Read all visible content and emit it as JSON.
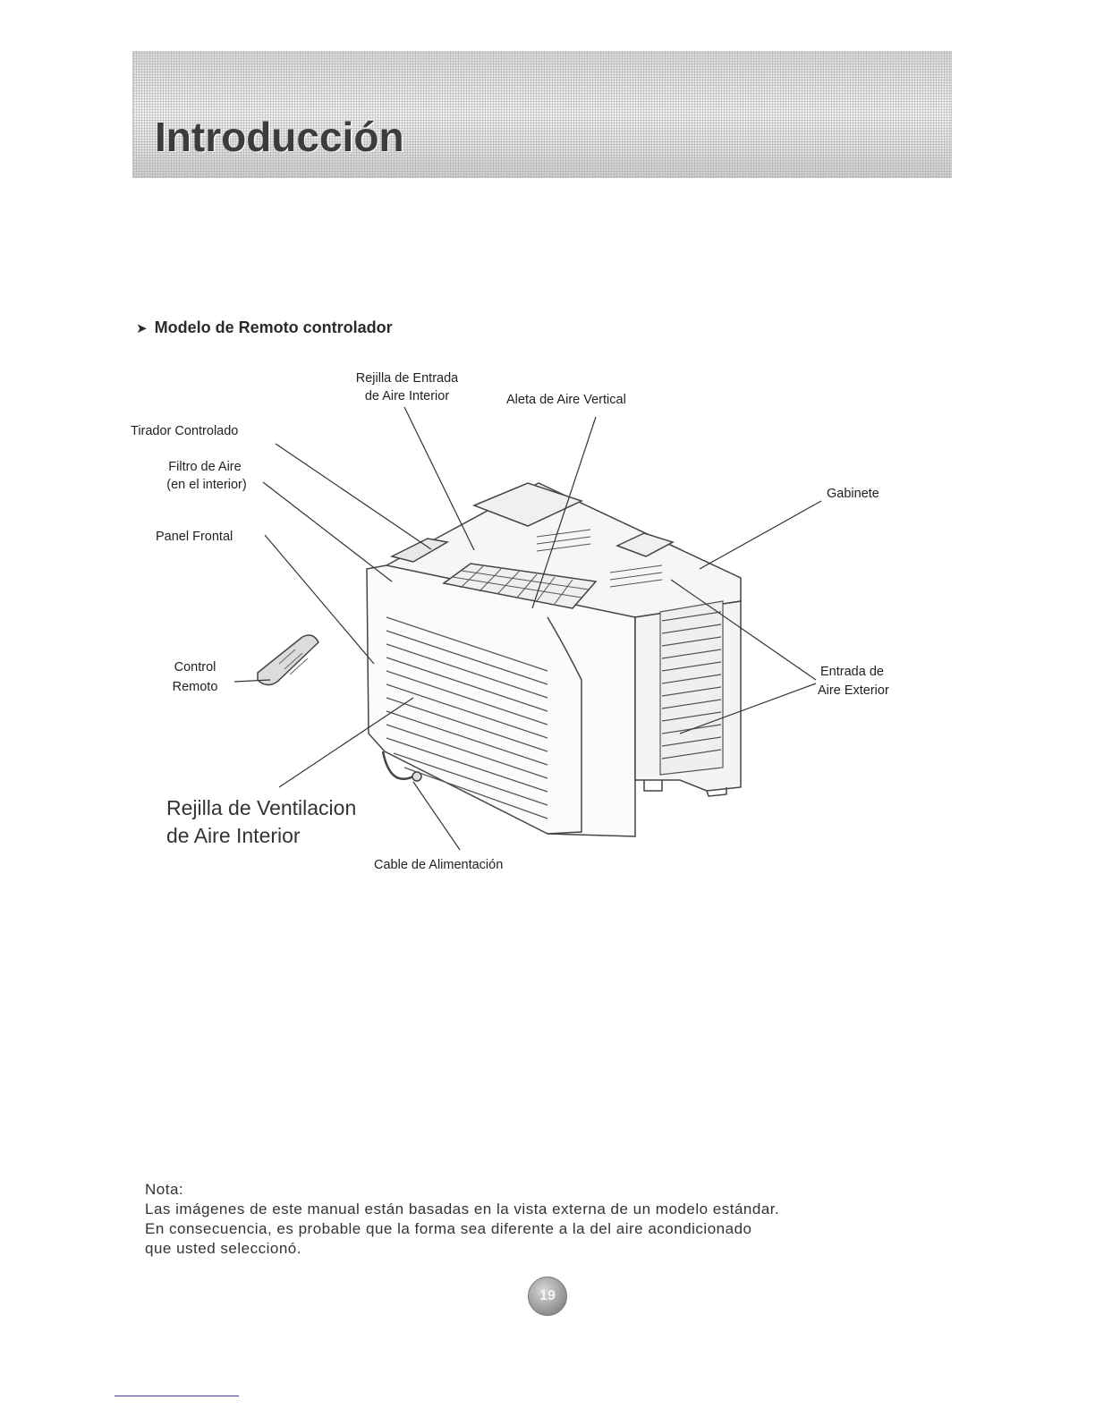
{
  "header": {
    "title": "Introducción"
  },
  "section": {
    "arrow": "➤",
    "heading": "Modelo de Remoto controlador"
  },
  "diagram": {
    "labels": {
      "inlet_grille_1": "Rejilla de Entrada",
      "inlet_grille_2": "de Aire Interior",
      "vertical_louver": "Aleta de Aire Vertical",
      "controlled_handle": "Tirador Controlado",
      "air_filter_1": "Filtro de Aire",
      "air_filter_2": "(en el interior)",
      "cabinet": "Gabinete",
      "front_panel": "Panel Frontal",
      "remote_1": "Control",
      "remote_2": "Remoto",
      "outdoor_inlet_1": "Entrada de",
      "outdoor_inlet_2": "Aire Exterior",
      "vent_grille_1": "Rejilla de Ventilacion",
      "vent_grille_2": "de Aire Interior",
      "power_cable": "Cable de Alimentación"
    }
  },
  "note": {
    "title": "Nota:",
    "line1": "Las imágenes de este manual están basadas en la vista externa de un modelo estándar.",
    "line2": "En consecuencia, es probable que la forma sea diferente a la del aire acondicionado",
    "line3": "que usted seleccionó."
  },
  "footer": {
    "page_number": "19"
  }
}
